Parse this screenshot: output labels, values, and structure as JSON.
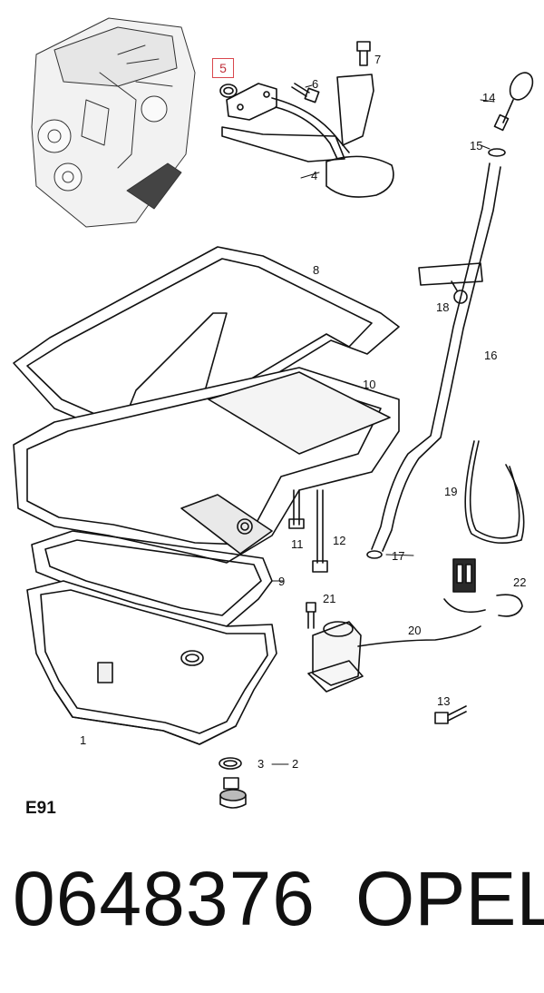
{
  "diagram": {
    "code": "E91",
    "highlight": {
      "label": "5",
      "color": "#d9474d"
    },
    "callouts": [
      "1",
      "2",
      "3",
      "4",
      "6",
      "7",
      "8",
      "9",
      "10",
      "11",
      "12",
      "13",
      "14",
      "15",
      "16",
      "17",
      "18",
      "19",
      "20",
      "21",
      "22"
    ]
  },
  "footer": {
    "part_number": "0648376",
    "brand": "OPEL"
  }
}
